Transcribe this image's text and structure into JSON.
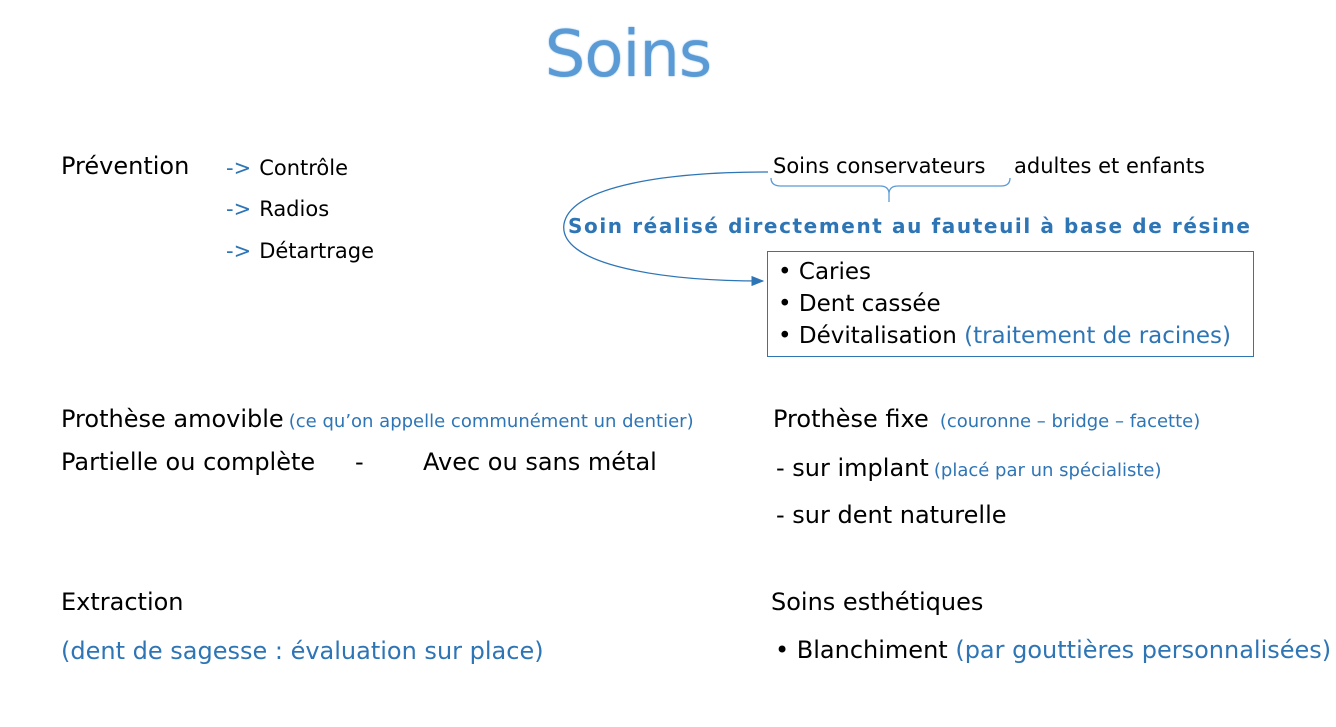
{
  "title": "Soins",
  "prevention": {
    "heading": "Prévention",
    "arrow": "->",
    "items": [
      "Contrôle",
      "Radios",
      "Détartrage"
    ]
  },
  "conservateurs": {
    "heading_part1": "Soins conservateurs",
    "heading_part2": "adultes et enfants",
    "note": "Soin réalisé directement au fauteuil à base de résine",
    "bullet": "•",
    "list": [
      {
        "text": "Caries",
        "extra": ""
      },
      {
        "text": "Dent cassée",
        "extra": ""
      },
      {
        "text": "Dévitalisation",
        "extra": "(traitement de racines)"
      }
    ]
  },
  "amovible": {
    "heading": "Prothèse amovible",
    "note": "(ce qu’on appelle communément un dentier)",
    "line_left": "Partielle ou complète",
    "line_dash": "-",
    "line_right": "Avec ou sans métal"
  },
  "fixe": {
    "heading": "Prothèse fixe",
    "note": "(couronne – bridge – facette)",
    "item1": "- sur implant",
    "item1_note": "(placé par un spécialiste)",
    "item2": "- sur dent naturelle"
  },
  "extraction": {
    "heading": "Extraction",
    "note": "(dent de sagesse : évaluation sur place)"
  },
  "esthetiques": {
    "heading": "Soins esthétiques",
    "bullet": "•",
    "item": "Blanchiment",
    "item_note": "(par gouttières personnalisées)"
  },
  "colors": {
    "title": "#5b9bd5",
    "accent": "#2e75b6",
    "text": "#000000"
  }
}
